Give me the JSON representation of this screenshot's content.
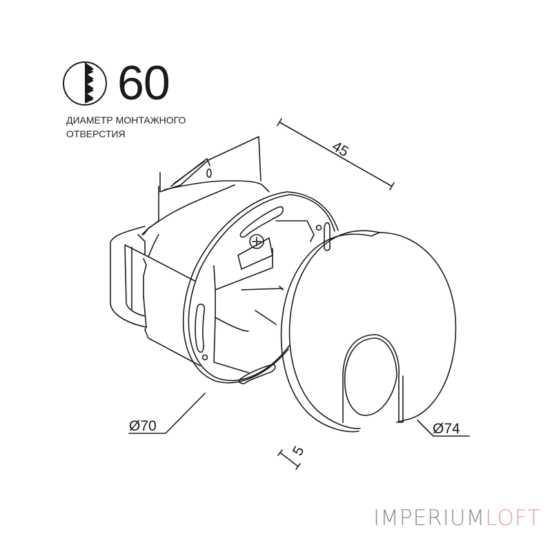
{
  "header": {
    "icon": "drill-bit-circle-icon",
    "hole_diameter": "60",
    "label_line1": "ДИАМЕТР МОНТАЖНОГО",
    "label_line2": "ОТВЕРСТИЯ"
  },
  "dimensions": {
    "depth": "45",
    "box_diameter": "Ø70",
    "cover_diameter": "Ø74",
    "cover_thickness": "5"
  },
  "brand": {
    "part1": "IMPERIUM",
    "part2": "LOFT",
    "color1": "#8f8f8f",
    "color2": "#e4a1a1"
  },
  "colors": {
    "line": "#1a1a1a",
    "background": "#ffffff"
  }
}
